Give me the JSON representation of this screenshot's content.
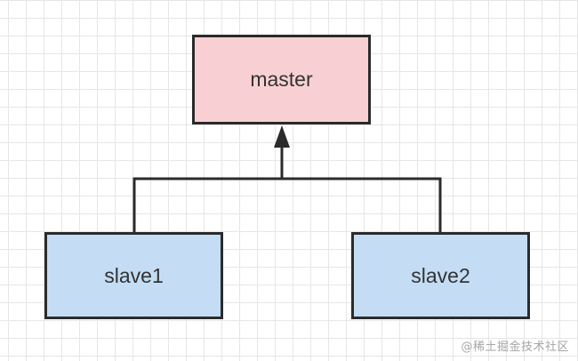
{
  "nodes": {
    "master": {
      "label": "master",
      "fill": "#f8d0d3"
    },
    "slave1": {
      "label": "slave1",
      "fill": "#c4ddf5"
    },
    "slave2": {
      "label": "slave2",
      "fill": "#c4ddf5"
    }
  },
  "colors": {
    "stroke": "#2b2b2b",
    "grid": "#e6e6e6",
    "background": "#ffffff"
  },
  "watermark": {
    "text": "@稀土掘金技术社区"
  }
}
